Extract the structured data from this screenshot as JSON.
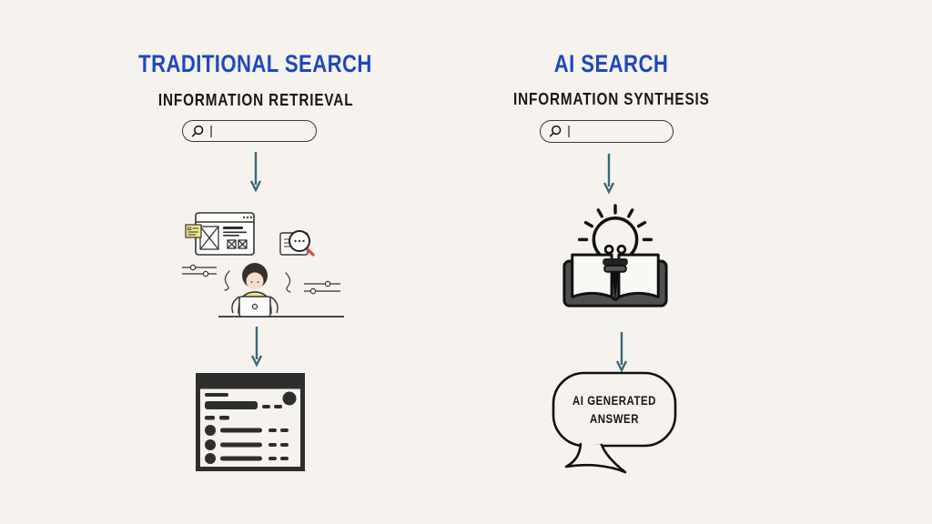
{
  "colors": {
    "bg": "#f6f2ee",
    "blue": "#1c49c0",
    "ink": "#181818",
    "teal": "#38697a",
    "dark": "#2e2e2e",
    "yellow": "#f3e58d",
    "red": "#df4a33",
    "book_cover": "#4f4f4f",
    "skin": "#f6dfcd",
    "hair": "#35302e"
  },
  "left": {
    "title": "TRADITIONAL SEARCH",
    "subtitle": "INFORMATION RETRIEVAL",
    "search_value": "",
    "search_placeholder": ""
  },
  "right": {
    "title": "AI SEARCH",
    "subtitle": "INFORMATION SYNTHESIS",
    "search_value": "",
    "search_placeholder": "",
    "bubble_text": "AI GENERATED ANSWER"
  },
  "icons": {
    "magnifier-icon": "circle with down-left handle",
    "down-arrow-icon": "thin vertical arrow with chevron head",
    "browsing-illustration": "person in yellow shirt at laptop, browser window with image placeholders, sticky note, magnifier preview window, slider controls",
    "results-panel-icon": "dark window frame with title bar, avatar circles and list rows",
    "lightbulb-book-icon": "glowing lightbulb with rays above open book, bulb base as pen nib into spine",
    "speech-bubble-icon": "rounded speech bubble with tail pointing down-right"
  }
}
